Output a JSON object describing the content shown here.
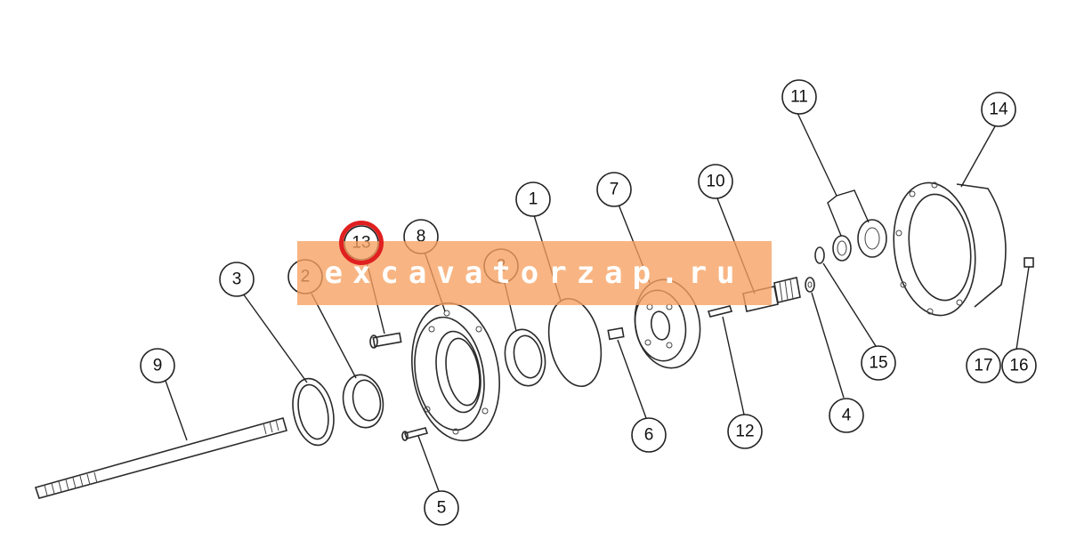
{
  "watermark": {
    "text": "excavatorzap.ru",
    "color": "#F6A060"
  },
  "highlight": {
    "target": "13",
    "color": "#E02020"
  },
  "callouts": [
    "1",
    "2",
    "2",
    "3",
    "4",
    "5",
    "6",
    "7",
    "8",
    "9",
    "10",
    "11",
    "12",
    "13",
    "14",
    "15",
    "16",
    "17"
  ]
}
